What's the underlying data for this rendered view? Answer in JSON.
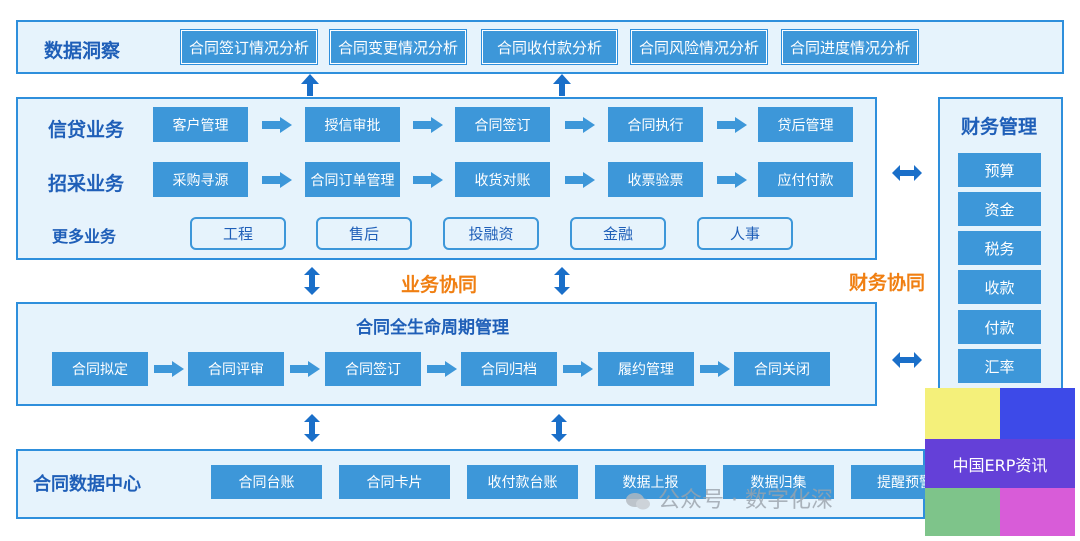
{
  "insight": {
    "title": "数据洞察",
    "items": [
      "合同签订情况分析",
      "合同变更情况分析",
      "合同收付款分析",
      "合同风险情况分析",
      "合同进度情况分析"
    ]
  },
  "business": {
    "credit_label": "信贷业务",
    "credit_steps": [
      "客户管理",
      "授信审批",
      "合同签订",
      "合同执行",
      "贷后管理"
    ],
    "procure_label": "招采业务",
    "procure_steps": [
      "采购寻源",
      "合同订单管理",
      "收货对账",
      "收票验票",
      "应付付款"
    ],
    "more_label": "更多业务",
    "more_items": [
      "工程",
      "售后",
      "投融资",
      "金融",
      "人事"
    ]
  },
  "collab": {
    "business": "业务协同",
    "finance": "财务协同"
  },
  "lifecycle": {
    "title": "合同全生命周期管理",
    "steps": [
      "合同拟定",
      "合同评审",
      "合同签订",
      "合同归档",
      "履约管理",
      "合同关闭"
    ]
  },
  "datacenter": {
    "title": "合同数据中心",
    "items": [
      "合同台账",
      "合同卡片",
      "收付款台账",
      "数据上报",
      "数据归集",
      "提醒预警"
    ]
  },
  "finance": {
    "title": "财务管理",
    "items": [
      "预算",
      "资金",
      "税务",
      "收款",
      "付款",
      "汇率"
    ]
  },
  "badge": {
    "text": "中国ERP资讯"
  },
  "watermark": {
    "text": "公众号 · 数字化深"
  },
  "colors": {
    "panel_bg": "#e6f3fc",
    "panel_border": "#2e8fdc",
    "box": "#3d97d9",
    "title": "#1f5fb8",
    "accent": "#f07f12"
  }
}
